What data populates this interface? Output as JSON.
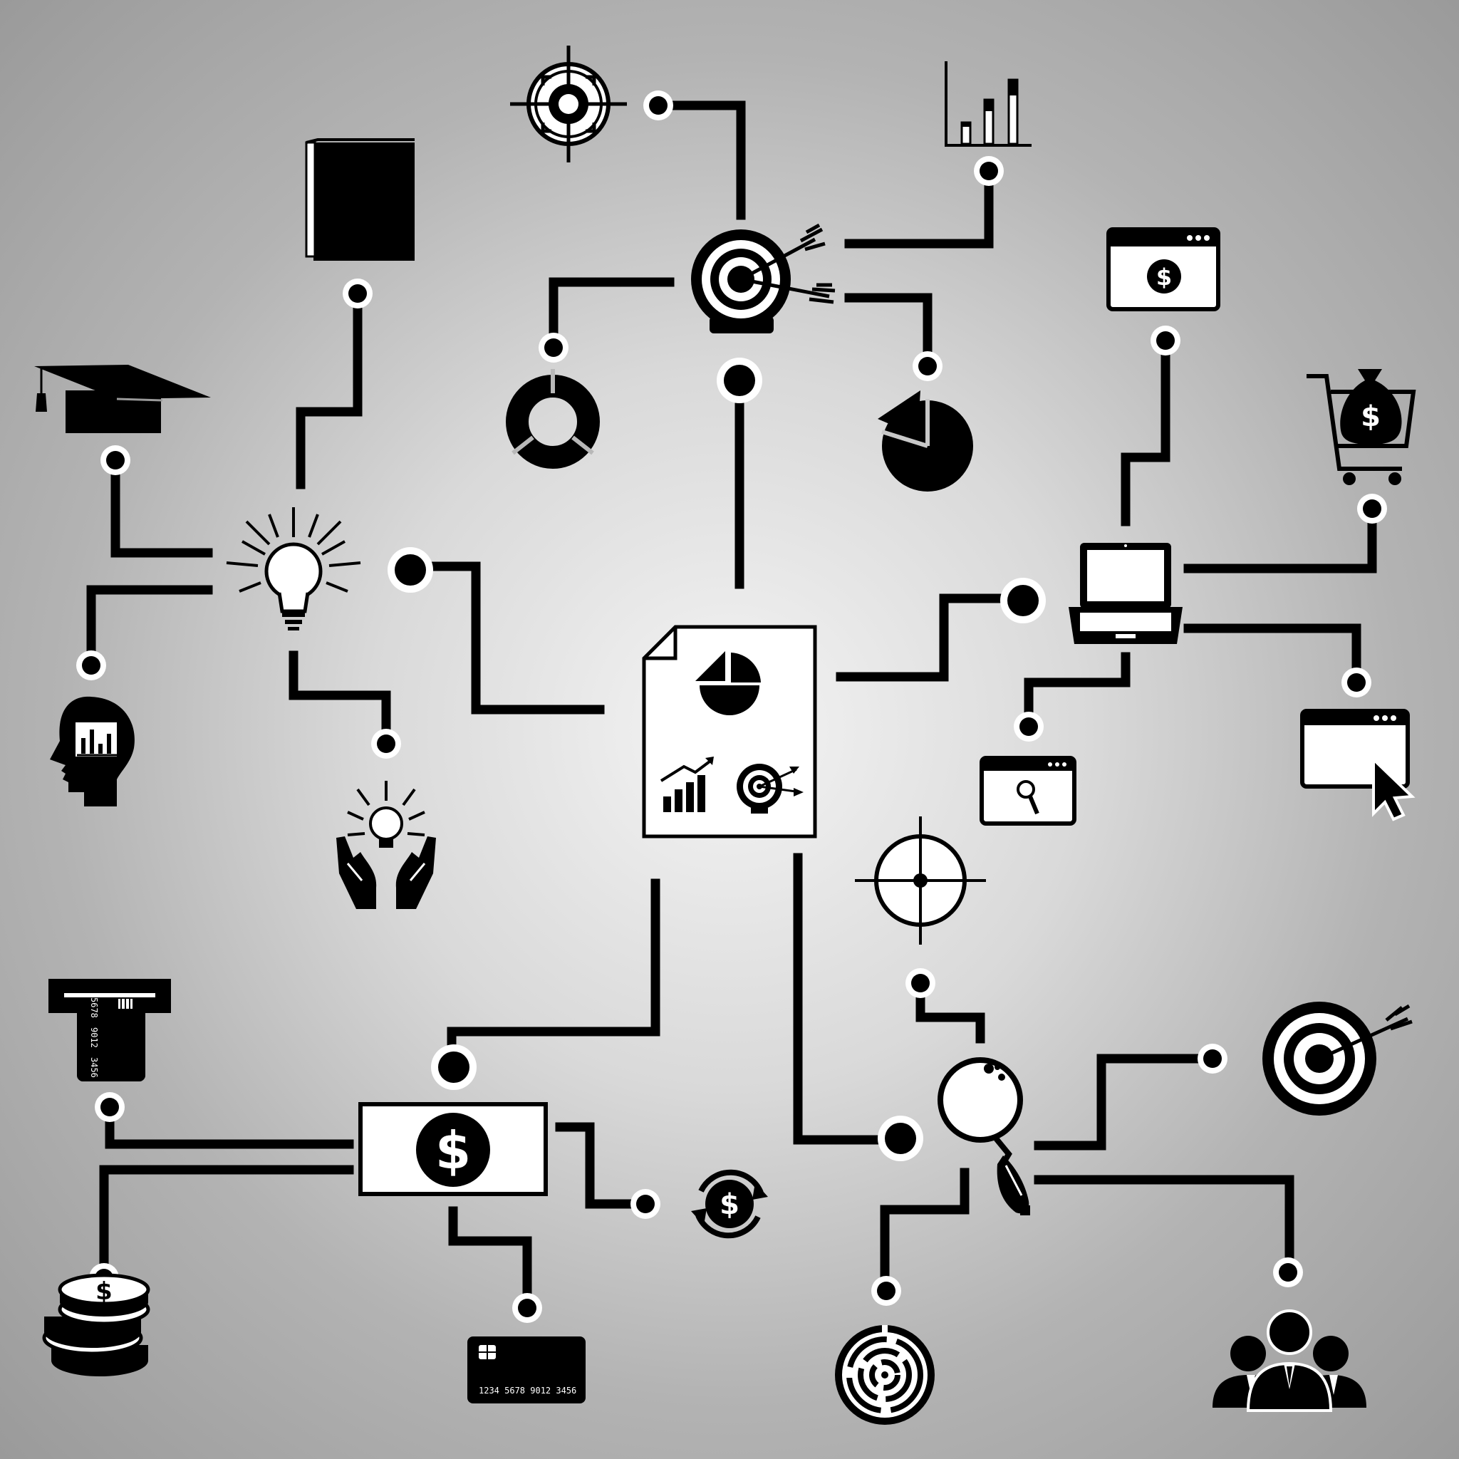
{
  "colors": {
    "line": "#000000",
    "icon": "#000000",
    "node_fill": "#ffffff",
    "background_center": "#f4f4f4",
    "background_edge": "#9a9a9a"
  },
  "icons": [
    "report-document-icon",
    "target-arrows-icon",
    "crosshair-icon",
    "bar-chart-icon",
    "book-icon",
    "donut-chart-icon",
    "pie-chart-icon",
    "graduation-cap-icon",
    "lightbulb-icon",
    "head-analytics-icon",
    "idea-hands-icon",
    "browser-dollar-icon",
    "shopping-cart-money-icon",
    "laptop-icon",
    "browser-search-icon",
    "browser-cursor-icon",
    "scope-icon",
    "atm-card-icon",
    "banknote-icon",
    "coins-icon",
    "credit-card-icon",
    "dollar-cycle-icon",
    "magnifier-icon",
    "target-icon",
    "maze-target-icon",
    "team-icon"
  ],
  "cards": {
    "atm_card": [
      "5678",
      "9012",
      "3456"
    ],
    "credit_card": "1234 5678 9012 3456"
  }
}
